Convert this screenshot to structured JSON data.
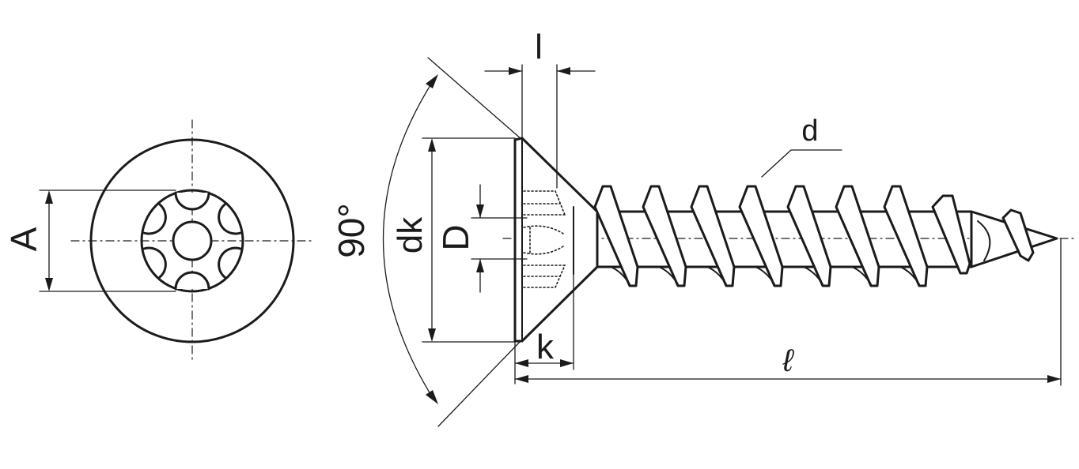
{
  "diagram": {
    "labels": {
      "A": "A",
      "angle": "90°",
      "dk": "dk",
      "D": "D",
      "l": "l",
      "k": "k",
      "d": "d",
      "length": "ℓ"
    }
  }
}
